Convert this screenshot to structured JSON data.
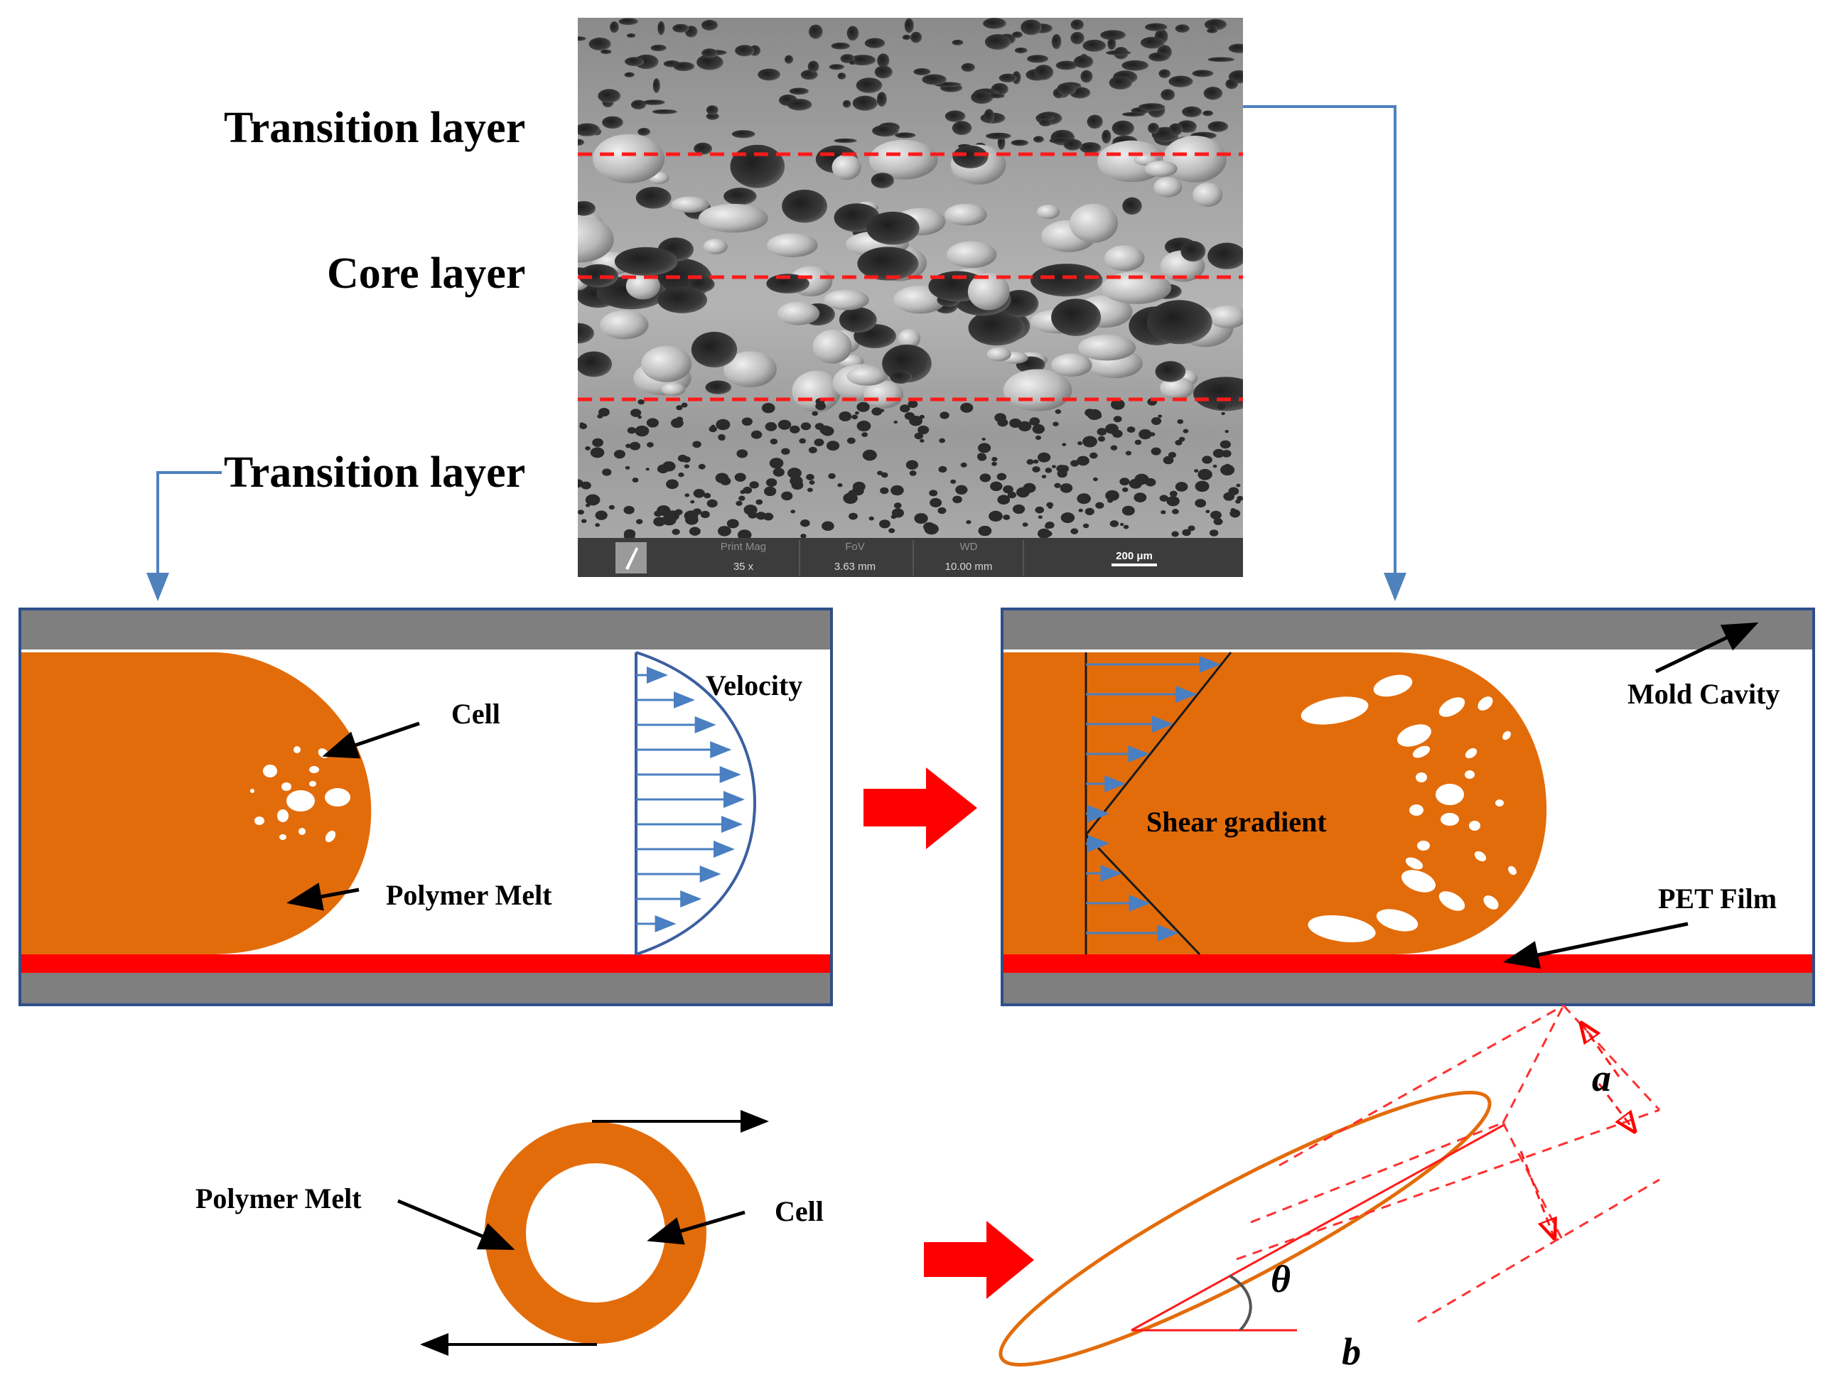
{
  "sem_image": {
    "labels": {
      "print_mag_title": "Print Mag",
      "print_mag_value": "35 x",
      "fov_title": "FoV",
      "fov_value": "3.63 mm",
      "wd_title": "WD",
      "wd_value": "10.00 mm",
      "scale_bar": "200 μm"
    }
  },
  "layer_labels": {
    "top_transition": "Transition layer",
    "core": "Core layer",
    "bottom_transition": "Transition layer"
  },
  "left_panel": {
    "cell_label": "Cell",
    "polymer_melt_label": "Polymer Melt",
    "velocity_label": "Velocity"
  },
  "right_panel": {
    "mold_cavity_label": "Mold Cavity",
    "shear_gradient_label": "Shear gradient",
    "pet_film_label": "PET Film"
  },
  "bottom_left": {
    "polymer_melt_label": "Polymer Melt",
    "cell_label": "Cell"
  },
  "bottom_right": {
    "a_label": "a",
    "theta_label": "θ",
    "b_label": "b"
  },
  "colors": {
    "polymer_orange": "#e36c0a",
    "mold_gray": "#7f7f7f",
    "pet_red": "#ff0000",
    "connector_blue": "#4f81bd",
    "velocity_arrow_blue": "#4a7fc1"
  }
}
